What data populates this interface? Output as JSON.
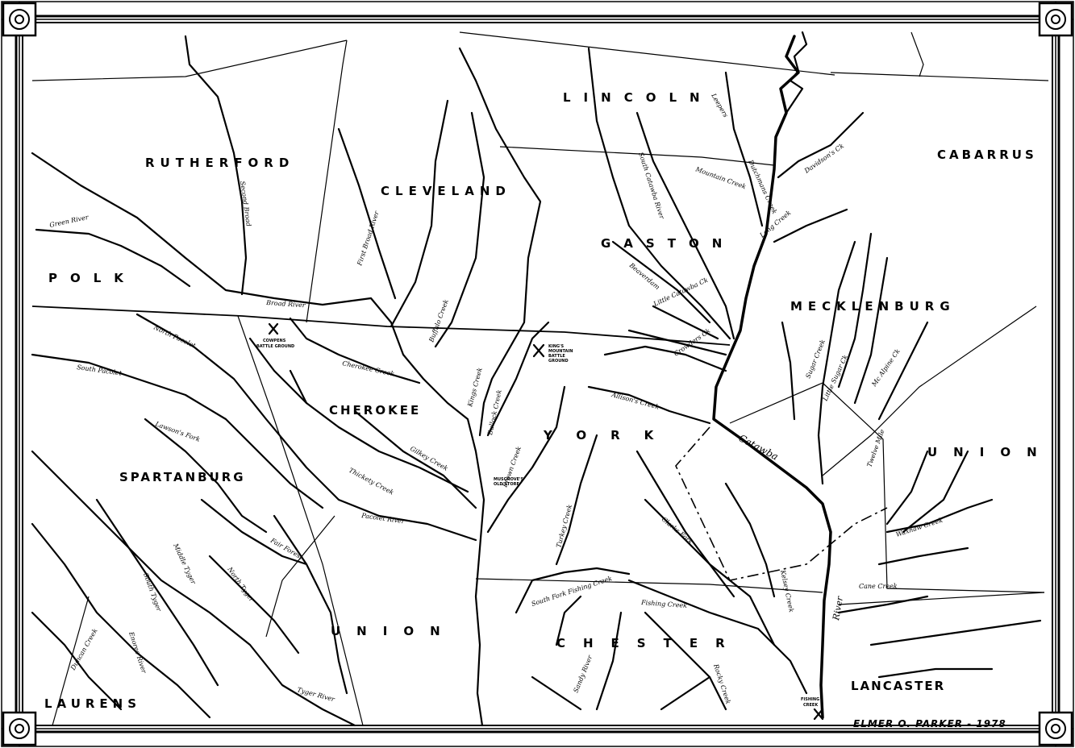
{
  "counties": [
    {
      "id": "rutherford",
      "label": "RUTHERFORD"
    },
    {
      "id": "cleveland",
      "label": "CLEVELAND"
    },
    {
      "id": "lincoln",
      "label": "LINCOLN"
    },
    {
      "id": "cabarrus",
      "label": "CABARRUS"
    },
    {
      "id": "gaston",
      "label": "GASTON"
    },
    {
      "id": "polk",
      "label": "POLK"
    },
    {
      "id": "mecklenburg",
      "label": "MECKLENBURG"
    },
    {
      "id": "cherokee",
      "label": "CHEROKEE"
    },
    {
      "id": "york",
      "label": "YORK"
    },
    {
      "id": "union-nc",
      "label": "UNION"
    },
    {
      "id": "spartanburg",
      "label": "SPARTANBURG"
    },
    {
      "id": "union-sc",
      "label": "UNION"
    },
    {
      "id": "chester",
      "label": "CHESTER"
    },
    {
      "id": "lancaster",
      "label": "LANCASTER"
    },
    {
      "id": "laurens",
      "label": "LAURENS"
    }
  ],
  "streams": [
    {
      "id": "green-river",
      "label": "Green River"
    },
    {
      "id": "second-broad",
      "label": "Second Broad"
    },
    {
      "id": "first-broad",
      "label": "First Broad River"
    },
    {
      "id": "broad-river",
      "label": "Broad River"
    },
    {
      "id": "buffalo-creek",
      "label": "Buffalo Creek"
    },
    {
      "id": "cherokee-creek",
      "label": "Cherokee Creek"
    },
    {
      "id": "north-pacolet",
      "label": "North Pacolet"
    },
    {
      "id": "south-pacolet",
      "label": "South Pacolet"
    },
    {
      "id": "lawsons-fork",
      "label": "Lawson's Fork"
    },
    {
      "id": "kings-creek",
      "label": "Kings Creek"
    },
    {
      "id": "gilkey-creek",
      "label": "Gilkey Creek"
    },
    {
      "id": "thickety-creek",
      "label": "Thickety Creek"
    },
    {
      "id": "pacolet-river",
      "label": "Pacolet River"
    },
    {
      "id": "fair-forest",
      "label": "Fair Forest"
    },
    {
      "id": "north-tyger",
      "label": "North Tyger"
    },
    {
      "id": "middle-tyger",
      "label": "Middle Tyger"
    },
    {
      "id": "south-tyger",
      "label": "South Tyger"
    },
    {
      "id": "tyger-river",
      "label": "Tyger River"
    },
    {
      "id": "enoree-river",
      "label": "Enoree River"
    },
    {
      "id": "duncan-creek",
      "label": "Duncan Creek"
    },
    {
      "id": "brown-creek",
      "label": "Brown Creek"
    },
    {
      "id": "bullock-creek",
      "label": "Bullock Creek"
    },
    {
      "id": "turkey-creek",
      "label": "Turkey Creek"
    },
    {
      "id": "clarks-fork",
      "label": "Clarks Fork"
    },
    {
      "id": "allisons-creek",
      "label": "Allison's Creek"
    },
    {
      "id": "fishing-creek",
      "label": "Fishing Creek"
    },
    {
      "id": "south-fork-fishing",
      "label": "South Fork Fishing Creek"
    },
    {
      "id": "rocky-creek",
      "label": "Rocky Creek"
    },
    {
      "id": "sandy-river",
      "label": "Sandy River"
    },
    {
      "id": "catawba-river",
      "label": "Catawba"
    },
    {
      "id": "river",
      "label": "River"
    },
    {
      "id": "sugar-creek",
      "label": "Sugar Creek"
    },
    {
      "id": "little-sugar",
      "label": "Little Sugar Ck"
    },
    {
      "id": "mc-alpine",
      "label": "Mc Alpine Ck"
    },
    {
      "id": "waxhaw-creek",
      "label": "Waxhaw Creek"
    },
    {
      "id": "twelve-mile",
      "label": "Twelve Mile"
    },
    {
      "id": "long-creek",
      "label": "Long Creek"
    },
    {
      "id": "crowders-creek",
      "label": "Crowders Ck"
    },
    {
      "id": "south-catawba",
      "label": "South Catawba River"
    },
    {
      "id": "little-catawba",
      "label": "Little Catawba Ck"
    },
    {
      "id": "dutchmans-creek",
      "label": "Dutchmans Creek"
    },
    {
      "id": "leepers-creek",
      "label": "Leepers"
    },
    {
      "id": "mountain-creek",
      "label": "Mountain Creek"
    },
    {
      "id": "davidsons-creek",
      "label": "Davidson's Ck"
    },
    {
      "id": "beaverdam",
      "label": "Beaverdam"
    },
    {
      "id": "cane-creek",
      "label": "Cane Creek"
    },
    {
      "id": "kelseys-creek",
      "label": "Kelsey Creek"
    }
  ],
  "sites": [
    {
      "id": "cowpens",
      "line1": "COWPENS",
      "line2": "BATTLE GROUND"
    },
    {
      "id": "kings-mountain",
      "line1": "KING'S",
      "line2": "MOUNTAIN",
      "line3": "BATTLE",
      "line4": "GROUND"
    },
    {
      "id": "musgroves",
      "line1": "MUSGROVE'S",
      "line2": "OLD STORE"
    },
    {
      "id": "fishing-creek-site",
      "line1": "FISHING",
      "line2": "CREEK"
    }
  ],
  "signature": "ELMER O. PARKER - 1978"
}
